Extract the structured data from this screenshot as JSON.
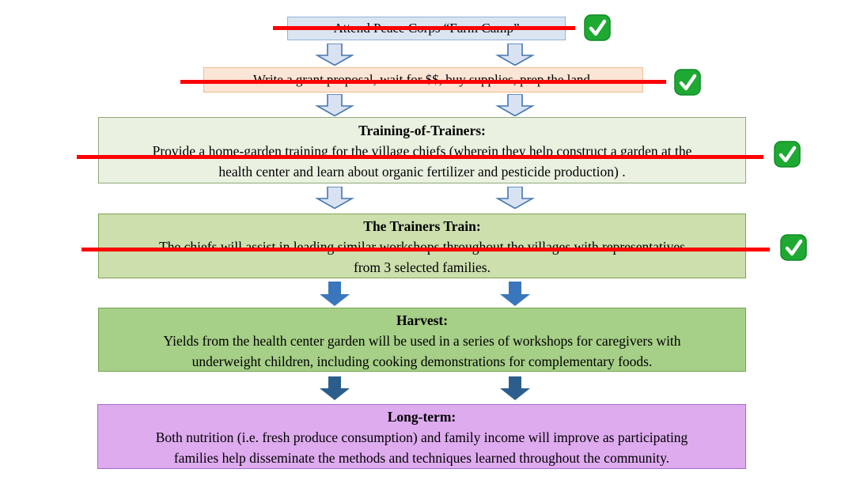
{
  "diagram": {
    "type": "flowchart-timeline",
    "steps": [
      {
        "name": "farm-camp",
        "lines": [
          "Attend Peace Corps “Farm Camp”"
        ],
        "completed": true,
        "fill": "#DBE5F1",
        "border": "#95B3D7"
      },
      {
        "name": "grant-proposal",
        "lines": [
          "Write a grant proposal, wait for $$, buy supplies, prep the land."
        ],
        "completed": true,
        "fill": "#FBE5D6",
        "border": "#EFBE90"
      },
      {
        "name": "training-of-trainers",
        "title": "Training-of-Trainers:",
        "lines": [
          "Provide a home-garden training for the village chiefs (wherein they help construct a garden at the",
          "health center and learn about organic fertilizer and pesticide production) ."
        ],
        "completed": true,
        "fill": "#EAF1E1",
        "border": "#91A878"
      },
      {
        "name": "the-trainers-train",
        "title": "The Trainers Train:",
        "lines": [
          "The chiefs will assist in leading similar workshops throughout the villages with representatives",
          "from 3 selected families."
        ],
        "completed": true,
        "fill": "#CCDFAD",
        "border": "#7FA450"
      },
      {
        "name": "harvest",
        "title": "Harvest:",
        "lines": [
          "Yields from the health center garden will be used in a series of workshops for caregivers with",
          "underweight children, including cooking demonstrations for complementary foods."
        ],
        "completed": false,
        "fill": "#A6CF87",
        "border": "#74A553"
      },
      {
        "name": "long-term",
        "title": "Long-term:",
        "lines": [
          "Both nutrition (i.e. fresh produce consumption) and family income will improve as participating",
          "families help disseminate the methods and techniques learned throughout the community."
        ],
        "completed": false,
        "fill": "#DEABEF",
        "border": "#A46CC8"
      }
    ],
    "icons": {
      "checkmark": "green-checkmark-emoji",
      "arrow": "down-block-arrow"
    },
    "colors": {
      "strikethrough": "#FE0000",
      "arrow_light_fill": "#D9E2F3",
      "arrow_light_border": "#4477AE",
      "arrow_medium_fill": "#3A76BC",
      "arrow_dark_fill": "#2B5E8C",
      "check_green": "#1EA933"
    }
  }
}
